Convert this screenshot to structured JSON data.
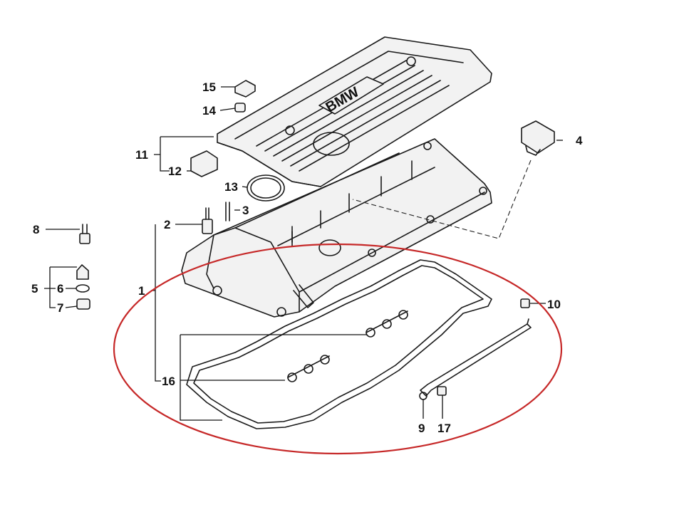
{
  "diagram": {
    "logo_text": "BMW",
    "callouts": [
      {
        "id": "c1",
        "text": "1"
      },
      {
        "id": "c2",
        "text": "2"
      },
      {
        "id": "c3",
        "text": "3"
      },
      {
        "id": "c4",
        "text": "4"
      },
      {
        "id": "c5",
        "text": "5"
      },
      {
        "id": "c6",
        "text": "6"
      },
      {
        "id": "c7",
        "text": "7"
      },
      {
        "id": "c8",
        "text": "8"
      },
      {
        "id": "c9",
        "text": "9"
      },
      {
        "id": "c10",
        "text": "10"
      },
      {
        "id": "c11",
        "text": "11"
      },
      {
        "id": "c12",
        "text": "12"
      },
      {
        "id": "c13",
        "text": "13"
      },
      {
        "id": "c14",
        "text": "14"
      },
      {
        "id": "c15",
        "text": "15"
      },
      {
        "id": "c16",
        "text": "16"
      },
      {
        "id": "c17",
        "text": "17"
      }
    ],
    "colors": {
      "line": "#1a1a1a",
      "highlight_ring": "#c62828",
      "background": "#ffffff"
    }
  }
}
